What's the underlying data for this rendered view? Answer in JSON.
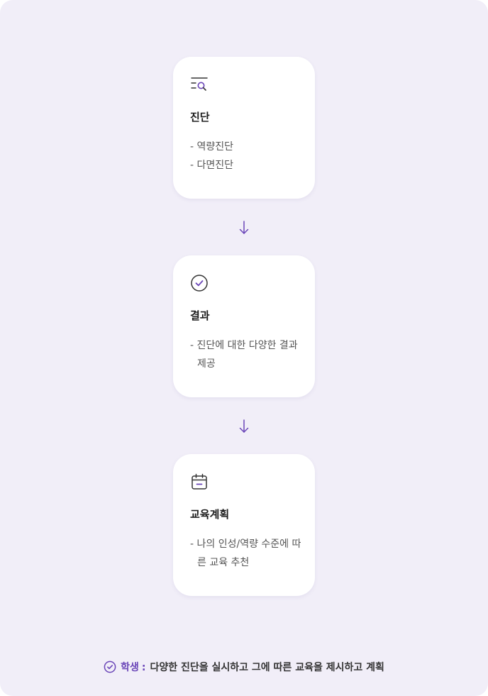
{
  "colors": {
    "accent": "#6a45b8",
    "background": "#f1eef8",
    "card": "#ffffff"
  },
  "cards": [
    {
      "icon": "list-search-icon",
      "title": "진단",
      "desc": [
        "- 역량진단",
        "- 다면진단"
      ]
    },
    {
      "icon": "check-circle-icon",
      "title": "결과",
      "desc": [
        "- 진단에 대한 다양한 결과 제공"
      ]
    },
    {
      "icon": "calendar-icon",
      "title": "교육계획",
      "desc": [
        "- 나의 인성/역량 수준에 따른 교육 추천"
      ]
    }
  ],
  "arrows": [
    "arrow-down-icon",
    "arrow-down-icon"
  ],
  "footer": {
    "icon": "check-circle-icon",
    "label": "학생",
    "colon": ":",
    "text": "다양한 진단을 실시하고 그에 따른 교육을 제시하고 계획"
  }
}
